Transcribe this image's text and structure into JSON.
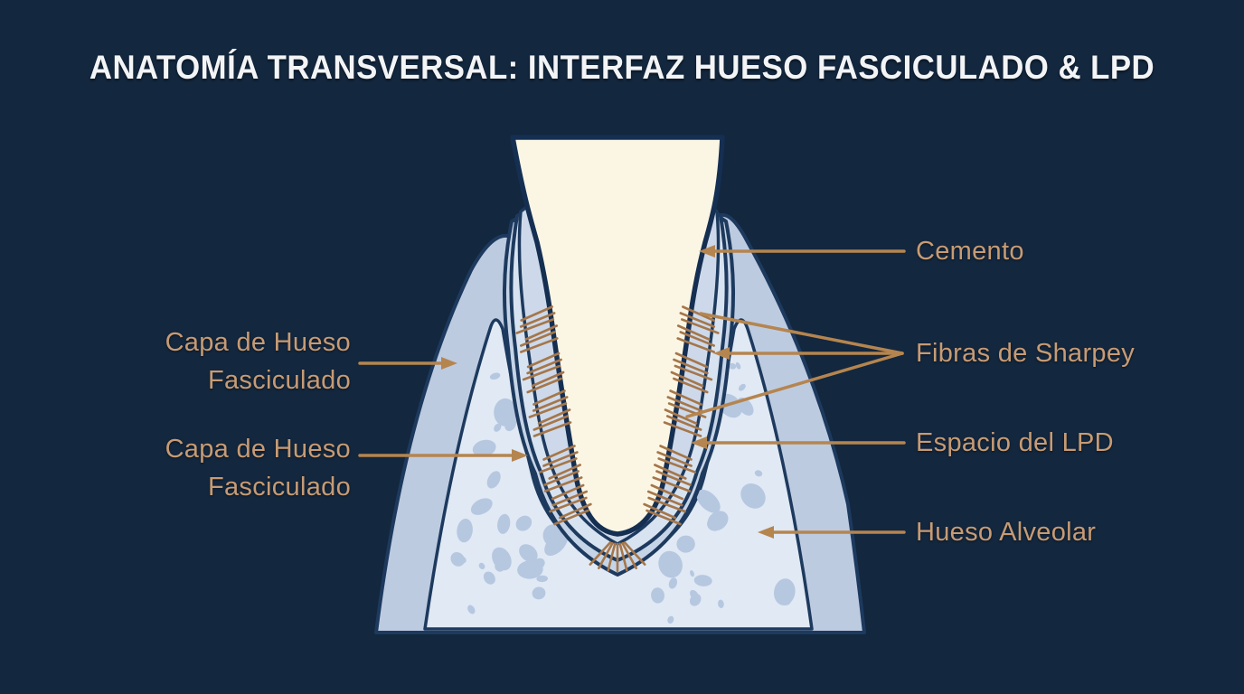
{
  "title": "ANATOMÍA TRANSVERSAL: INTERFAZ HUESO FASCICULADO & LPD",
  "labels": {
    "left": [
      {
        "line1": "Capa de Hueso",
        "line2": "Fasciculado"
      },
      {
        "line1": "Capa de Hueso",
        "line2": "Fasciculado"
      }
    ],
    "right": [
      {
        "text": "Cemento"
      },
      {
        "text": "Fibras de Sharpey"
      },
      {
        "text": "Espacio del LPD"
      },
      {
        "text": "Hueso Alveolar"
      }
    ]
  },
  "colors": {
    "background": "#13273e",
    "title_text": "#f3f4f6",
    "label_text": "#c79b74",
    "arrow": "#b5854f",
    "fiber": "#a5764a",
    "outline": "#1d3a5e",
    "outline_strong": "#152f52",
    "bone_outer": "#bdcbe1",
    "trabecular": "#e0e9f4",
    "trabecular_spots": "#b6c7e0",
    "bundle_layer": "#c6d4e8",
    "pdl_layer": "#d8e3f1",
    "inner_layer": "#cdd9ea",
    "root": "#fbf6e4"
  }
}
